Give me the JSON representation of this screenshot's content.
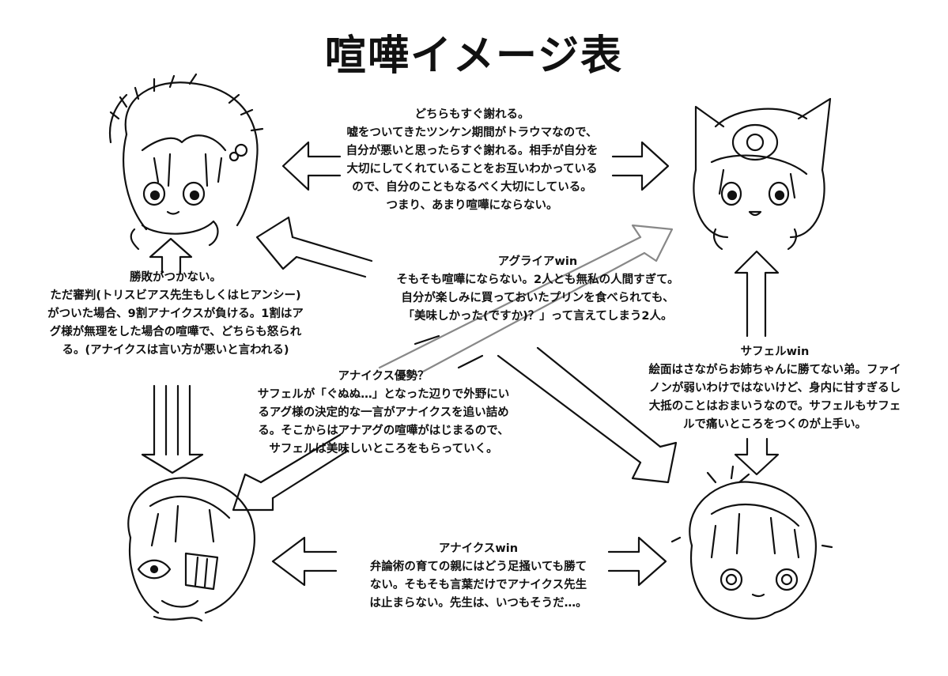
{
  "title": "喧嘩イメージ表",
  "colors": {
    "ink": "#111111",
    "paper": "#ffffff"
  },
  "characters": [
    {
      "id": "top-left",
      "icon": "chibi-girl-laurel-icon"
    },
    {
      "id": "top-right",
      "icon": "chibi-cat-hood-icon"
    },
    {
      "id": "bottom-left",
      "icon": "chibi-eyepatch-boy-icon"
    },
    {
      "id": "bottom-right",
      "icon": "chibi-messy-hair-boy-icon"
    }
  ],
  "notes": {
    "top": {
      "heading": "",
      "lines": [
        "どちらもすぐ謝れる。",
        "嘘をついてきたツンケン期間がトラウマなので、",
        "自分が悪いと思ったらすぐ謝れる。相手が自分を",
        "大切にしてくれていることをお互いわかっている",
        "ので、自分のこともなるべく大切にしている。",
        "つまり、あまり喧嘩にならない。"
      ]
    },
    "center": {
      "heading": "アグライアwin",
      "lines": [
        "そもそも喧嘩にならない。2人とも無私の人間すぎて。",
        "自分が楽しみに買っておいたプリンを食べられても、",
        "「美味しかった(ですか)？」って言えてしまう2人。"
      ]
    },
    "left": {
      "heading": "勝敗がつかない。",
      "lines": [
        "ただ審判(トリスビアス先生もしくはヒアンシー)",
        "がついた場合、9割アナイクスが負ける。1割はア",
        "グ様が無理をした場合の喧嘩で、どちらも怒られ",
        "る。(アナイクスは言い方が悪いと言われる)"
      ]
    },
    "right": {
      "heading": "サフェルwin",
      "lines": [
        "絵面はさながらお姉ちゃんに勝てない弟。ファイ",
        "ノンが弱いわけではないけど、身内に甘すぎるし",
        "大抵のことはおまいうなので。サフェルもサフェ",
        "ルで痛いところをつくのが上手い。"
      ]
    },
    "middle": {
      "heading": "アナイクス優勢？",
      "lines": [
        "サフェルが「ぐぬぬ…」となった辺りで外野にい",
        "るアグ様の決定的な一言がアナイクスを追い詰め",
        "る。そこからはアナアグの喧嘩がはじまるので、",
        "サフェルは美味しいところをもらっていく。"
      ]
    },
    "bottom": {
      "heading": "アナイクスwin",
      "lines": [
        "弁論術の育ての親にはどう足掻いても勝て",
        "ない。そもそも言葉だけでアナイクス先生",
        "は止まらない。先生は、いつもそうだ…。"
      ]
    }
  },
  "arrows": [
    {
      "name": "top-left-arrow",
      "connects": "top-left"
    },
    {
      "name": "top-right-arrow",
      "connects": "top-right"
    },
    {
      "name": "bottom-left-arrow",
      "connects": "bottom-left"
    },
    {
      "name": "bottom-right-arrow",
      "connects": "bottom-right"
    },
    {
      "name": "left-up-arrow",
      "connects": "top-left"
    },
    {
      "name": "left-down-arrow",
      "connects": "bottom-left"
    },
    {
      "name": "right-up-arrow",
      "connects": "top-right"
    },
    {
      "name": "right-down-arrow",
      "connects": "bottom-right"
    },
    {
      "name": "diag-up-left-arrow",
      "connects": "top-left"
    },
    {
      "name": "diag-up-right-arrow",
      "connects": "top-right"
    },
    {
      "name": "diag-down-left-arrow",
      "connects": "bottom-left"
    },
    {
      "name": "diag-down-right-arrow",
      "connects": "bottom-right"
    }
  ]
}
